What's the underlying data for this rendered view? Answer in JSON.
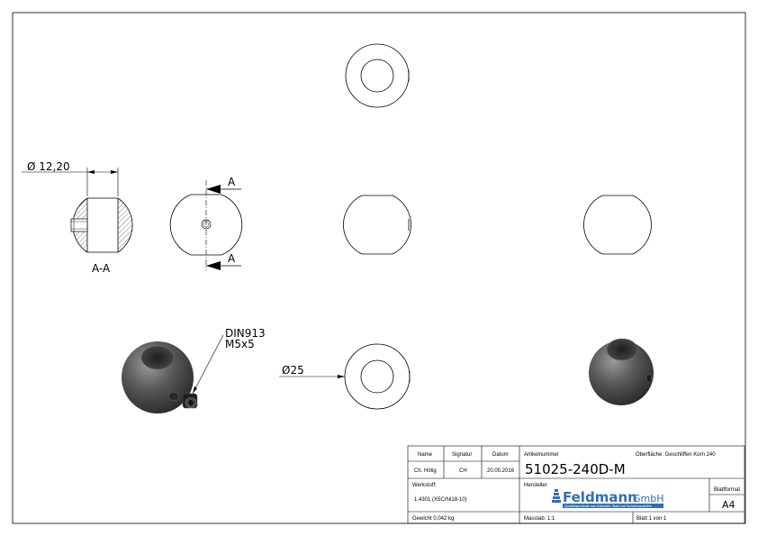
{
  "views": {
    "section_label": "A-A",
    "cut_label_top": "A",
    "cut_label_bottom": "A",
    "dim_diameter_bore": "Ø 12,20",
    "dim_diameter_ball": "Ø25",
    "callout_line1": "DIN913",
    "callout_line2": "M5x5"
  },
  "title_block": {
    "col_name": "Name",
    "col_signature": "Signatur",
    "col_date": "Datum",
    "name_value": "Ch. Hölig",
    "signature_value": "CH",
    "date_value": "20.05.2016",
    "material_label": "Werkstoff:",
    "material_value": "1.4301 (X5CrNi18-10)",
    "weight": "Gewicht 0,042 kg",
    "article_label": "Artikelnummer",
    "article_number": "51025-240D-M",
    "surface": "Oberfläche:  Geschliffen Korn 240",
    "manufacturer_label": "Hersteller",
    "logo_text": "Feldmann",
    "logo_gmbh": "GmbH",
    "logo_tagline": "Qualitätsprodukte aus Edelstahl, Stahl und Sonderbaustoffen",
    "sheet_format_label": "Blattformat",
    "sheet_format_value": "A4",
    "scale": "Masstab: 1:1",
    "sheet": "Blatt 1 von 1"
  },
  "colors": {
    "line": "#000000",
    "logo_blue": "#2f6db5",
    "steel_dark": "#3a3a3a",
    "steel_light": "#8a8a8a"
  }
}
